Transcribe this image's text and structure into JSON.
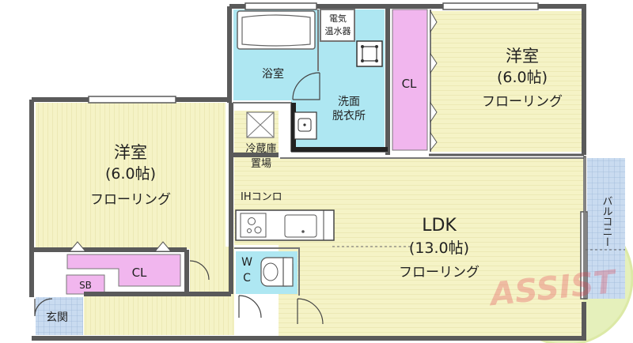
{
  "rooms": {
    "western_left": {
      "name": "洋室",
      "size": "(6.0帖)",
      "floor": "フローリング"
    },
    "western_right": {
      "name": "洋室",
      "size": "(6.0帖)",
      "floor": "フローリング"
    },
    "ldk": {
      "name": "LDK",
      "size": "(13.0帖)",
      "floor": "フローリング"
    }
  },
  "labels": {
    "bath": "浴室",
    "water_heater_line1": "電気",
    "water_heater_line2": "温水器",
    "washroom_line1": "洗面",
    "washroom_line2": "脱衣所",
    "fridge_line1": "冷蔵庫",
    "fridge_line2": "置場",
    "ih_stove": "IHコンロ",
    "closet_right": "CL",
    "closet_left": "CL",
    "shoe_box": "SB",
    "entrance": "玄関",
    "wc_w": "W",
    "wc_c": "C",
    "balcony": "バルコニー"
  },
  "watermark": "ASSIST",
  "colors": {
    "floor_wood": "#f5f3c6",
    "wet_area": "#aee7f2",
    "closet": "#f1b6ee",
    "balcony": "#c9dbf0",
    "wall": "#5a5a5a",
    "watermark_green": "#9ec21f",
    "watermark_red": "#e04050"
  }
}
